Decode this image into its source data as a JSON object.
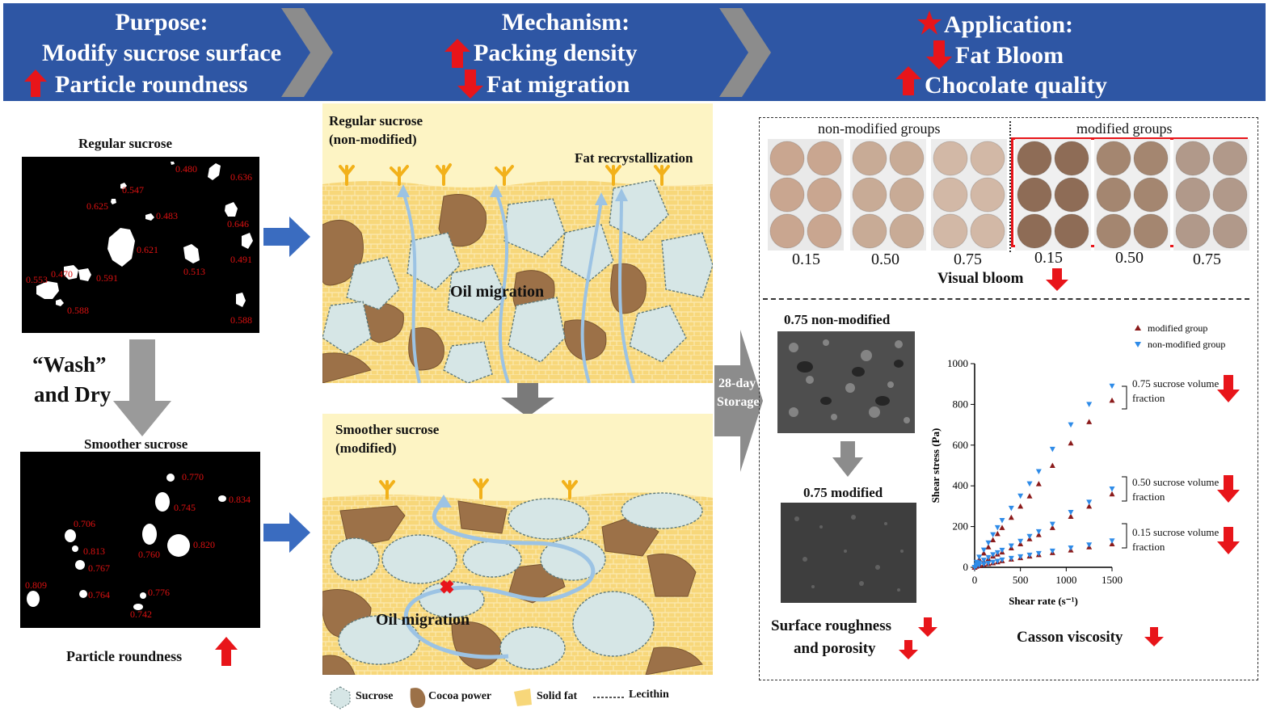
{
  "header": {
    "purpose": {
      "title": "Purpose:",
      "line1": "Modify sucrose surface",
      "line2": "Particle roundness"
    },
    "mechanism": {
      "title": "Mechanism:",
      "line1": "Packing density",
      "line2": "Fat migration"
    },
    "application": {
      "title": "Application:",
      "line1": "Fat Bloom",
      "line2": "Chocolate quality"
    }
  },
  "left": {
    "regular_title": "Regular sucrose",
    "regular_values": [
      "0.480",
      "0.636",
      "0.547",
      "0.625",
      "0.483",
      "0.646",
      "0.621",
      "0.513",
      "0.491",
      "0.470",
      "0.553",
      "0.591",
      "0.588",
      "0.588"
    ],
    "wash_label_1": "“Wash”",
    "wash_label_2": "and Dry",
    "smoother_title": "Smoother sucrose",
    "smoother_values": [
      "0.770",
      "0.745",
      "0.834",
      "0.706",
      "0.813",
      "0.760",
      "0.820",
      "0.767",
      "0.809",
      "0.764",
      "0.776",
      "0.742"
    ],
    "roundness_label": "Particle roundness"
  },
  "middle": {
    "top_title_1": "Regular sucrose",
    "top_title_2": "(non-modified)",
    "recryst_label": "Fat recrystallization",
    "top_oil_label": "Oil migration",
    "bottom_title_1": "Smoother sucrose",
    "bottom_title_2": "(modified)",
    "bottom_oil_label": "Oil migration",
    "legend": [
      "Sucrose",
      "Cocoa power",
      "Solid fat",
      "Lecithin"
    ]
  },
  "storage": {
    "line1": "28-day",
    "line2": "Storage"
  },
  "right": {
    "non_modified_label": "non-modified groups",
    "modified_label": "modified groups",
    "fractions": [
      "0.15",
      "0.50",
      "0.75",
      "0.15",
      "0.50",
      "0.75"
    ],
    "visual_bloom": "Visual bloom",
    "sem_top": "0.75 non-modified",
    "sem_bottom": "0.75 modified",
    "roughness_1": "Surface roughness",
    "roughness_2": "and porosity",
    "casson": "Casson viscosity"
  },
  "colors": {
    "header": "#2e56a4",
    "up_down_arrow": "#e8151a",
    "blue_arrow": "#3a6cc0",
    "grey_arrow": "#8c8c8c",
    "fat_bg": "#f7d77a",
    "cocoa": "#9c7148",
    "sucrose": "#d6e6e6"
  },
  "chart_data": {
    "type": "scatter",
    "xlabel": "Shear rate (s⁻¹)",
    "ylabel": "Shear stress (Pa)",
    "xlim": [
      0,
      1500
    ],
    "ylim": [
      0,
      1000
    ],
    "xticks": [
      "0",
      "500",
      "1000",
      "1500"
    ],
    "yticks": [
      "0",
      "200",
      "400",
      "600",
      "800",
      "1000"
    ],
    "legend_position": "top-right",
    "series": [
      {
        "name": "modified group",
        "marker": "triangle-up",
        "color": "#8b1a1a",
        "groups": [
          {
            "x": [
              0,
              20,
              50,
              100,
              150,
              200,
              250,
              300,
              400,
              500,
              600,
              700,
              850,
              1050,
              1250,
              1500
            ],
            "y": [
              0,
              20,
              40,
              70,
              100,
              135,
              165,
              195,
              245,
              300,
              350,
              410,
              500,
              610,
              715,
              820
            ]
          },
          {
            "x": [
              0,
              20,
              50,
              100,
              150,
              200,
              250,
              300,
              400,
              500,
              600,
              700,
              850,
              1050,
              1250,
              1500
            ],
            "y": [
              0,
              10,
              18,
              30,
              42,
              55,
              65,
              75,
              95,
              115,
              140,
              160,
              195,
              250,
              300,
              360
            ]
          },
          {
            "x": [
              0,
              20,
              50,
              100,
              150,
              200,
              250,
              300,
              400,
              500,
              600,
              700,
              850,
              1050,
              1250,
              1500
            ],
            "y": [
              0,
              5,
              8,
              13,
              18,
              22,
              27,
              32,
              40,
              47,
              55,
              62,
              72,
              85,
              100,
              115
            ]
          }
        ]
      },
      {
        "name": "non-modified group",
        "marker": "triangle-down",
        "color": "#2e8be8",
        "groups": [
          {
            "x": [
              0,
              20,
              50,
              100,
              150,
              200,
              250,
              300,
              400,
              500,
              600,
              700,
              850,
              1050,
              1250,
              1500
            ],
            "y": [
              0,
              25,
              50,
              85,
              120,
              160,
              195,
              230,
              290,
              350,
              410,
              470,
              580,
              700,
              800,
              890
            ]
          },
          {
            "x": [
              0,
              20,
              50,
              100,
              150,
              200,
              250,
              300,
              400,
              500,
              600,
              700,
              850,
              1050,
              1250,
              1500
            ],
            "y": [
              0,
              12,
              22,
              35,
              48,
              62,
              72,
              84,
              105,
              128,
              152,
              175,
              212,
              270,
              320,
              385
            ]
          },
          {
            "x": [
              0,
              20,
              50,
              100,
              150,
              200,
              250,
              300,
              400,
              500,
              600,
              700,
              850,
              1050,
              1250,
              1500
            ],
            "y": [
              0,
              6,
              10,
              15,
              20,
              25,
              30,
              36,
              44,
              52,
              60,
              68,
              80,
              95,
              110,
              130
            ]
          }
        ]
      }
    ],
    "annotations": [
      "0.75 sucrose volume fraction",
      "0.50 sucrose volume fraction",
      "0.15 sucrose volume fraction"
    ]
  }
}
